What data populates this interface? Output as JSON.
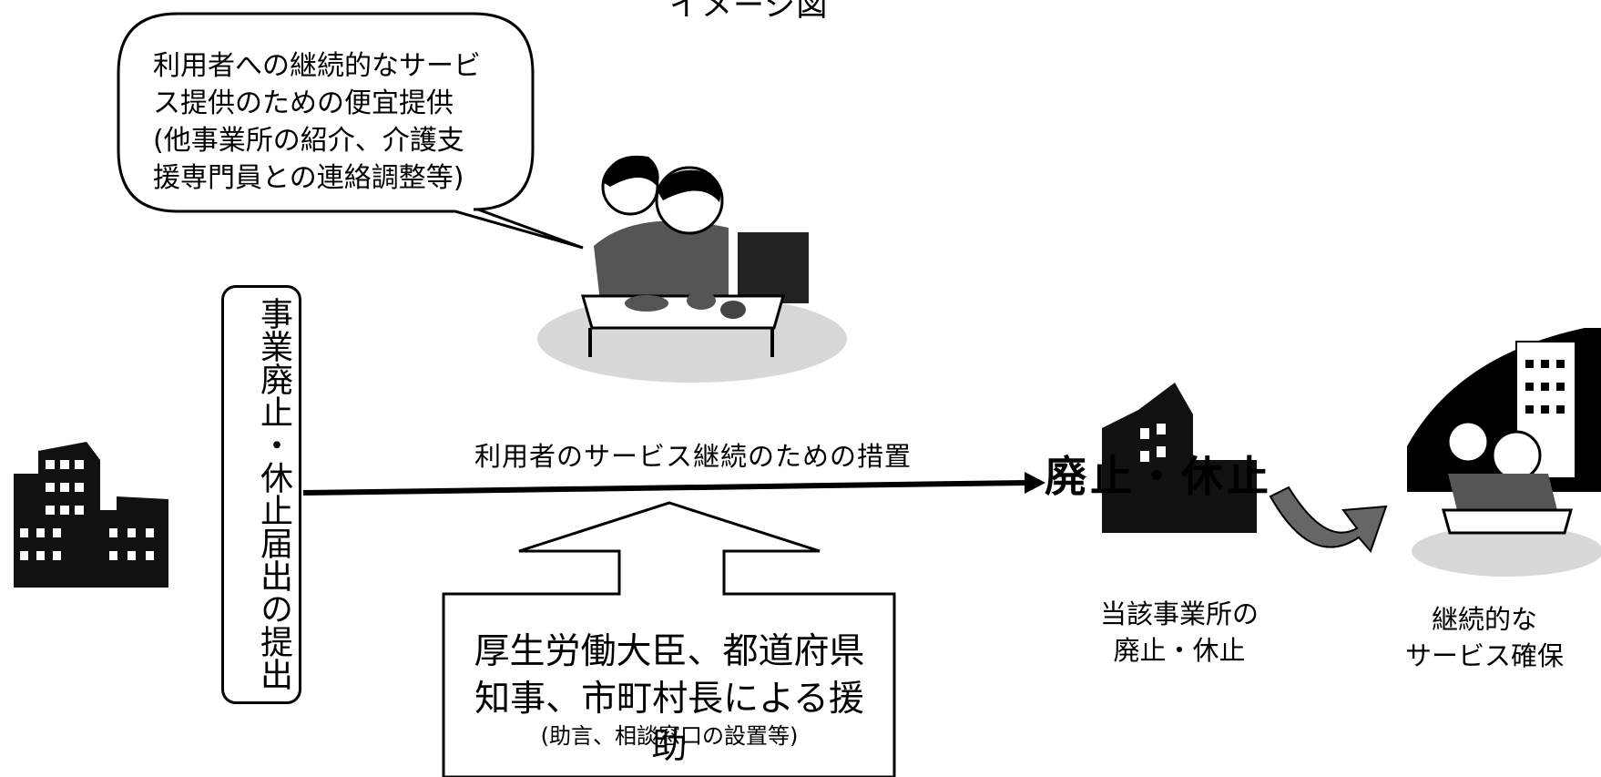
{
  "title": "イメージ図",
  "speech_bubble": {
    "text": "利用者への継続的なサービ\nス提供のための便宜提供\n(他事業所の紹介、介護支\n援専門員との連絡調整等)"
  },
  "notice_box": {
    "label": "事業廃止・休止届出の提出"
  },
  "main_arrow": {
    "label": "利用者のサービス継続のための措置"
  },
  "closure_stamp": "廃止・休止",
  "support_box": {
    "main": "厚生労働大臣、都道府県\n知事、市町村長による援助",
    "sub": "(助言、相談窓口の設置等)"
  },
  "captions": {
    "closure": "当該事業所の\n廃止・休止",
    "continuation": "継続的な\nサービス確保"
  },
  "colors": {
    "ink": "#000000",
    "shade": "#8a8a8a",
    "background": "#ffffff"
  }
}
